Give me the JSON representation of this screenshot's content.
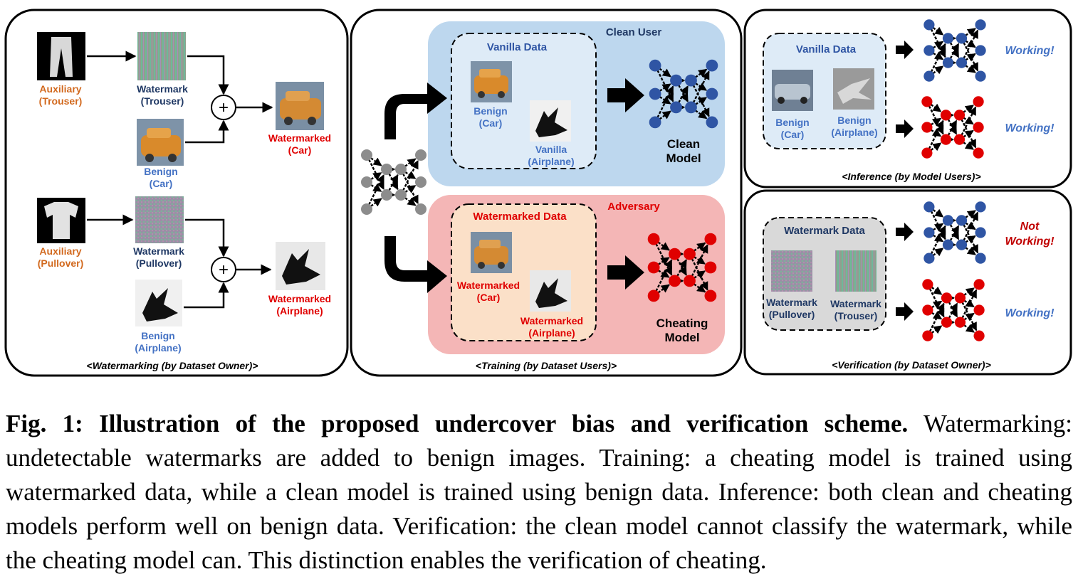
{
  "colors": {
    "orange": "#D2691E",
    "navy": "#1F3864",
    "blue": "#4472C4",
    "red": "#E00000",
    "dark_red": "#C00000",
    "clean_panel": "#BDD7EE",
    "vanilla_box": "#DEEBF7",
    "adversary_panel": "#F4B6B6",
    "watermarked_box": "#FBE0C8",
    "grey_box": "#D9D9D9",
    "node_blue": "#2F55A4",
    "node_red": "#E00000",
    "node_grey": "#8C8C8C"
  },
  "panel_watermarking": {
    "title": "<Watermarking (by Dataset Owner)>",
    "row1": {
      "aux_label_1": "Auxiliary",
      "aux_label_2": "(Trouser)",
      "wm_label_1": "Watermark",
      "wm_label_2": "(Trouser)",
      "benign_label_1": "Benign",
      "benign_label_2": "(Car)",
      "out_label_1": "Watermarked",
      "out_label_2": "(Car)",
      "plus": "+"
    },
    "row2": {
      "aux_label_1": "Auxiliary",
      "aux_label_2": "(Pullover)",
      "wm_label_1": "Watermark",
      "wm_label_2": "(Pullover)",
      "benign_label_1": "Benign",
      "benign_label_2": "(Airplane)",
      "out_label_1": "Watermarked",
      "out_label_2": "(Airplane)",
      "plus": "+"
    }
  },
  "panel_training": {
    "title": "<Training (by Dataset Users)>",
    "clean": {
      "header": "Clean User",
      "box_title": "Vanilla Data",
      "img1_label_1": "Benign",
      "img1_label_2": "(Car)",
      "img2_label_1": "Vanilla",
      "img2_label_2": "(Airplane)",
      "model_label_1": "Clean",
      "model_label_2": "Model"
    },
    "adversary": {
      "header": "Adversary",
      "box_title": "Watermarked Data",
      "img1_label_1": "Watermarked",
      "img1_label_2": "(Car)",
      "img2_label_1": "Watermarked",
      "img2_label_2": "(Airplane)",
      "model_label_1": "Cheating",
      "model_label_2": "Model"
    }
  },
  "panel_inference": {
    "title": "<Inference (by Model Users)>",
    "box_title": "Vanilla Data",
    "img1_label_1": "Benign",
    "img1_label_2": "(Car)",
    "img2_label_1": "Benign",
    "img2_label_2": "(Airplane)",
    "result_clean": "Working!",
    "result_cheating": "Working!"
  },
  "panel_verification": {
    "title": "<Verification (by Dataset Owner)>",
    "box_title": "Watermark Data",
    "img1_label_1": "Watermark",
    "img1_label_2": "(Pullover)",
    "img2_label_1": "Watermark",
    "img2_label_2": "(Trouser)",
    "result_clean_1": "Not",
    "result_clean_2": "Working!",
    "result_cheating": "Working!"
  },
  "caption": {
    "bold": "Fig. 1: Illustration of the proposed undercover bias and verification scheme.",
    "body": " Watermarking: undetectable watermarks are added to benign images. Training: a cheating model is trained using watermarked data, while a clean model is trained using benign data. Inference: both clean and cheating models perform well on benign data. Verification: the clean model cannot classify the watermark, while the cheating model can. This distinction enables the verification of cheating."
  }
}
